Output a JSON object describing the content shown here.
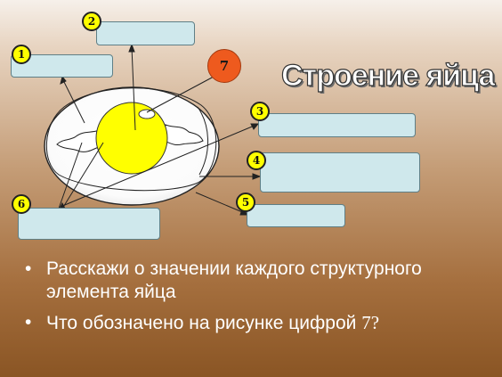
{
  "slide": {
    "title": "Строение яйца",
    "background_top": "#f6f0ea",
    "background_bottom": "#8a5524"
  },
  "diagram": {
    "markers": {
      "m1": "1",
      "m2": "2",
      "m3": "3",
      "m4": "4",
      "m5": "5",
      "m6": "6",
      "m7": "7"
    },
    "label_boxes": {
      "b1": "",
      "b2": "",
      "b3": "",
      "b4": "",
      "b5": "",
      "b6": ""
    },
    "colors": {
      "label_box": "#cfe8ec",
      "marker": "#ffff00",
      "marker_seven": "#ee5a1e",
      "yolk": "#ffff00",
      "egg_white": "#ffffff"
    }
  },
  "bullets": {
    "item1": "Расскажи о значении каждого структурного элемента яйца",
    "item2_text": "Что обозначено на рисунке цифрой ",
    "item2_number": "7?"
  }
}
